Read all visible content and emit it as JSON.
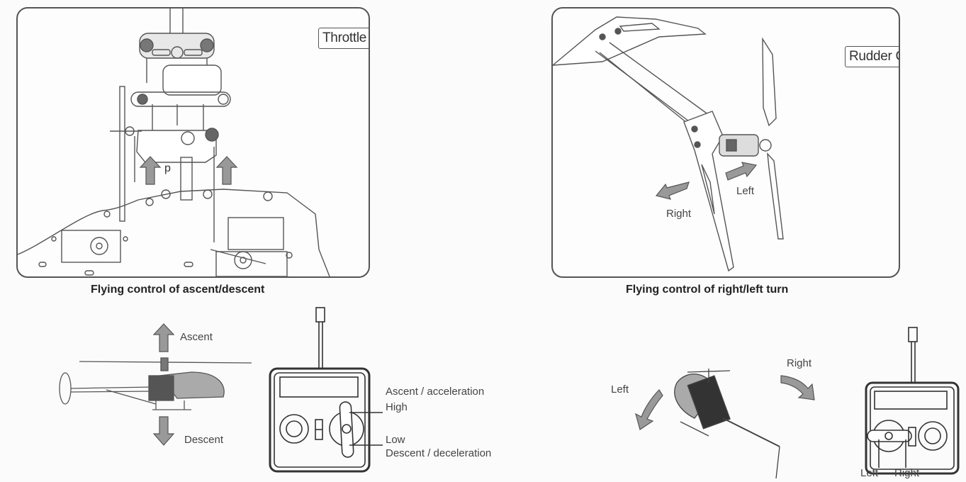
{
  "throttle_section": {
    "tag": "Throttle Control",
    "caption": "Flying control of ascent/descent",
    "arrow_label": "Up"
  },
  "rudder_section": {
    "tag": "Rudder Control",
    "caption": "Flying control of right/left turn",
    "arrows": {
      "right": "Right",
      "left": "Left"
    }
  },
  "ascent_diagram": {
    "up_label": "Ascent",
    "down_label": "Descent",
    "transmitter": {
      "top_label": "Ascent / acceleration",
      "high_label": "High",
      "low_label": "Low",
      "bottom_label": "Descent / deceleration"
    }
  },
  "turn_diagram": {
    "left_label": "Left",
    "right_label": "Right",
    "transmitter": {
      "left_label": "Left",
      "right_label": "Right"
    }
  },
  "colors": {
    "line": "#555555",
    "arrow_fill": "#999999",
    "background": "#fbfbfb"
  }
}
